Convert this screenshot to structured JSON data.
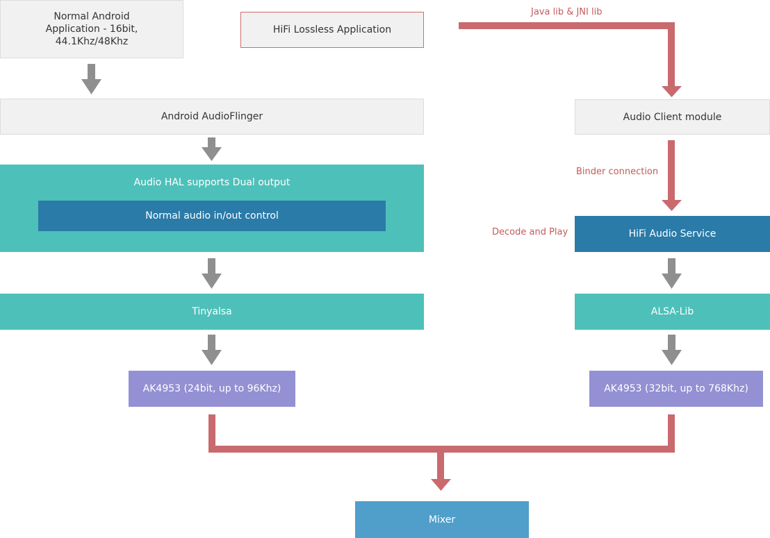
{
  "nodes": {
    "normal_app": "Normal Android\nApplication - 16bit,\n44.1Khz/48Khz",
    "hifi_app": "HiFi Lossless Application",
    "audioflinger": "Android AudioFlinger",
    "audio_hal": "Audio HAL supports Dual output",
    "normal_io": "Normal audio in/out control",
    "tinyalsa": "Tinyalsa",
    "ak_left": "AK4953 (24bit, up to 96Khz)",
    "audio_client": "Audio Client module",
    "hifi_service": "HiFi Audio Service",
    "alsa_lib": "ALSA-Lib",
    "ak_right": "AK4953 (32bit, up to 768Khz)",
    "mixer": "Mixer"
  },
  "labels": {
    "java_jni": "Java lib & JNI lib",
    "binder": "Binder connection",
    "decode_play": "Decode and Play"
  },
  "colors": {
    "red_path": "#c96a6e",
    "gray_arrow": "#8f8f8f",
    "teal": "#4dc0b9",
    "dark_blue": "#2a7ba8",
    "purple": "#9390d3",
    "mixer_blue": "#4f9fca"
  }
}
